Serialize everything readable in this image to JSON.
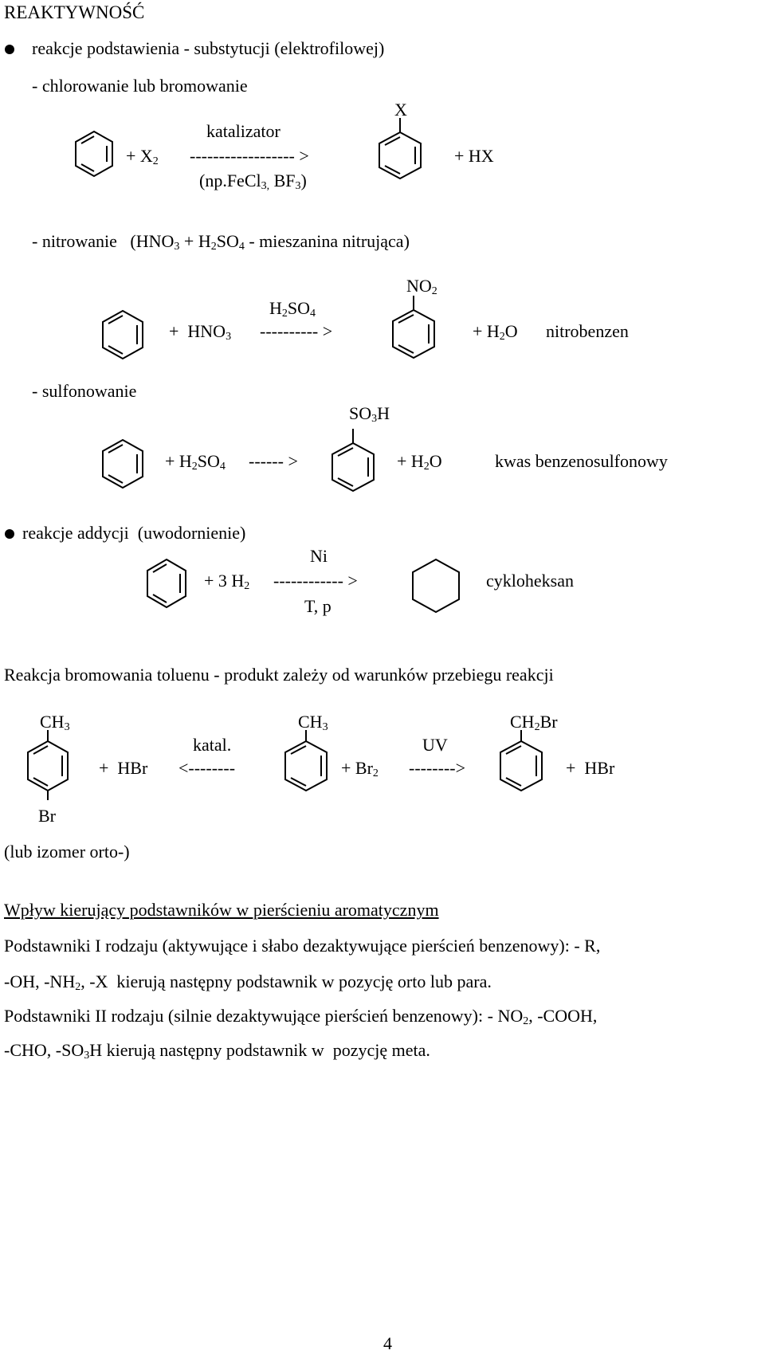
{
  "header": {
    "title": "REAKTYWNOŚĆ"
  },
  "substitution": {
    "heading": "reakcje podstawienia - substytucji (elektrofilowej)",
    "halogenation": {
      "label": "- chlorowanie lub bromowanie",
      "reagent": "+ X",
      "reagent_sub": "2",
      "catalyst_label": "katalizator",
      "arrow": "------------------ >",
      "catalyst_example_pre": "(np.FeCl",
      "catalyst_example_sub1": "3,",
      "catalyst_example_mid": " BF",
      "catalyst_example_sub2": "3",
      "catalyst_example_post": ")",
      "product_substituent": "X",
      "byproduct": "+ HX"
    },
    "nitration": {
      "label_pre": "- nitrowanie   (HNO",
      "label_sub1": "3",
      "label_mid1": " + H",
      "label_sub2": "2",
      "label_mid2": "SO",
      "label_sub3": "4",
      "label_post": " - mieszanina nitrująca)",
      "catalyst_pre": "H",
      "catalyst_sub1": "2",
      "catalyst_mid": "SO",
      "catalyst_sub2": "4",
      "reagent_pre": "+  HNO",
      "reagent_sub": "3",
      "arrow": "---------- >",
      "product_pre": "NO",
      "product_sub": "2",
      "byproduct_pre": "+ H",
      "byproduct_sub": "2",
      "byproduct_post": "O",
      "product_name": "nitrobenzen"
    },
    "sulfonation": {
      "label": "- sulfonowanie",
      "product_pre": "SO",
      "product_sub": "3",
      "product_post": "H",
      "reagent_pre": "+ H",
      "reagent_sub1": "2",
      "reagent_mid": "SO",
      "reagent_sub2": "4",
      "arrow": "------ >",
      "byproduct_pre": "+ H",
      "byproduct_sub": "2",
      "byproduct_post": "O",
      "product_name": "kwas benzenosulfonowy"
    }
  },
  "addition": {
    "heading": "reakcje addycji  (uwodornienie)",
    "catalyst": "Ni",
    "reagent_pre": "+ 3 H",
    "reagent_sub": "2",
    "arrow": "------------ >",
    "conditions": "T, p",
    "product_name": "cykloheksan"
  },
  "toluene": {
    "heading": "Reakcja bromowania toluenu - produkt zależy od warunków przebiegu reakcji",
    "left_top_pre": "CH",
    "left_top_sub": "3",
    "left_bottom": "Br",
    "left_note": "(lub izomer orto-)",
    "left_byproduct": "+  HBr",
    "left_arrow": "<--------",
    "left_condition": "katal.",
    "center_top_pre": "CH",
    "center_top_sub": "3",
    "reagent_pre": "+ Br",
    "reagent_sub": "2",
    "right_condition": "UV",
    "right_arrow": "-------->",
    "right_top_pre": "CH",
    "right_top_sub": "2",
    "right_top_post": "Br",
    "right_byproduct": "+  HBr"
  },
  "directing": {
    "heading": "Wpływ kierujący podstawników w pierścieniu aromatycznym",
    "line1": "Podstawniki I rodzaju (aktywujące i słabo dezaktywujące pierścień benzenowy): - R,",
    "line2_pre": "-OH, -NH",
    "line2_sub": "2",
    "line2_post": ", -X  kierują następny podstawnik w pozycję orto lub para.",
    "line3_pre": "Podstawniki II rodzaju (silnie dezaktywujące pierścień benzenowy): - NO",
    "line3_sub": "2",
    "line3_post": ", -COOH,",
    "line4_pre": "-CHO, -SO",
    "line4_sub": "3",
    "line4_post": "H kierują następny podstawnik w  pozycję meta."
  },
  "footer": {
    "page_number": "4"
  },
  "icons": [
    "bullet-icon",
    "benzene-ring-icon",
    "cyclohexane-ring-icon"
  ]
}
